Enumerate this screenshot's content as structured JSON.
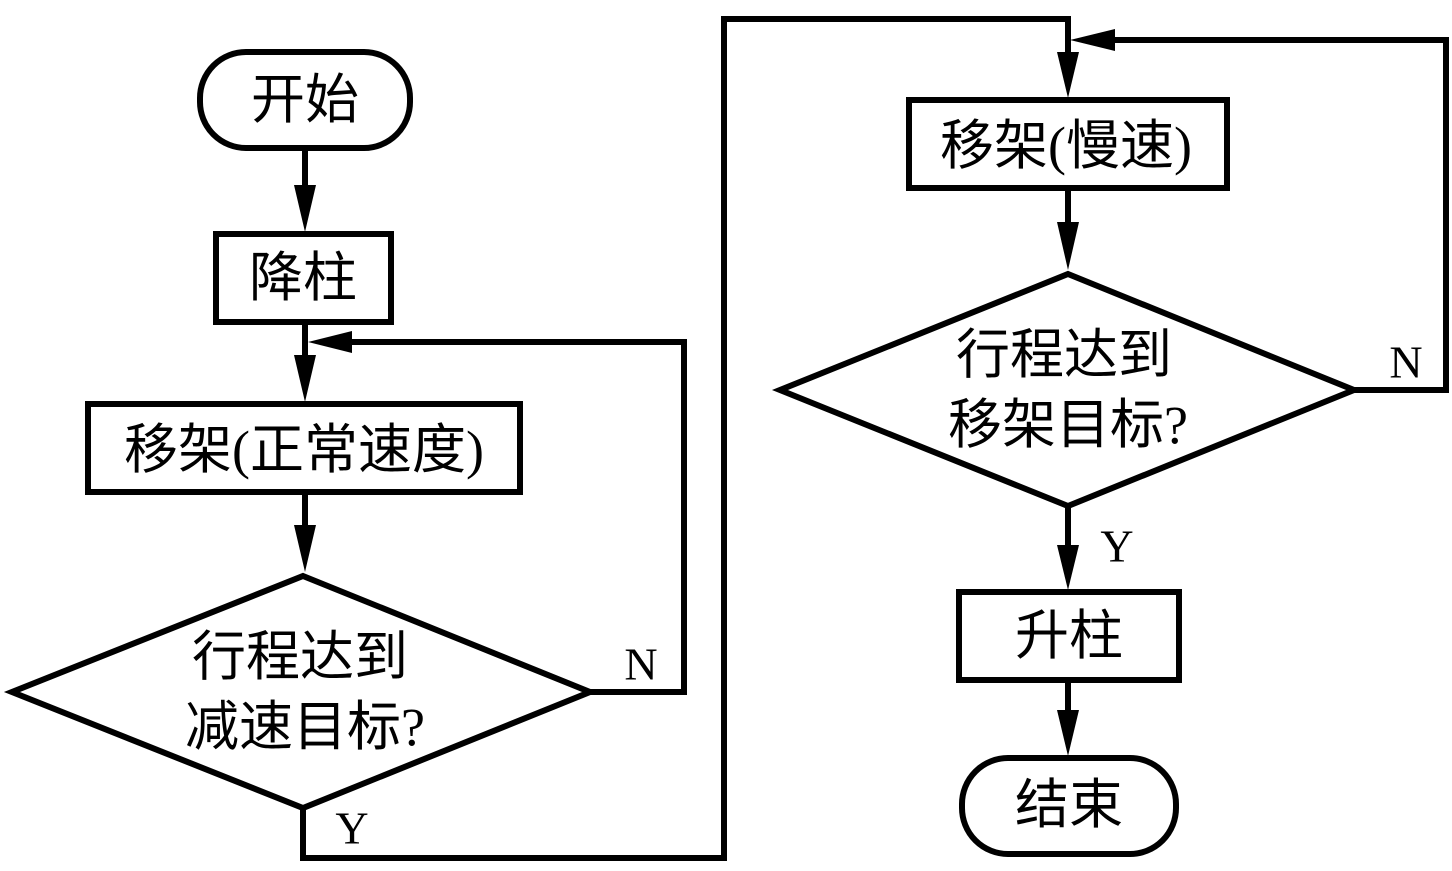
{
  "flowchart": {
    "nodes": {
      "start": {
        "type": "terminal",
        "text": "开始"
      },
      "lower_column": {
        "type": "process",
        "text": "降柱"
      },
      "move_normal": {
        "type": "process",
        "text": "移架(正常速度)"
      },
      "decision_decel": {
        "type": "decision",
        "line1": "行程达到",
        "line2": "减速目标?"
      },
      "move_slow": {
        "type": "process",
        "text": "移架(慢速)"
      },
      "decision_target": {
        "type": "decision",
        "line1": "行程达到",
        "line2": "移架目标?"
      },
      "raise_column": {
        "type": "process",
        "text": "升柱"
      },
      "end": {
        "type": "terminal",
        "text": "结束"
      }
    },
    "edges": [
      {
        "from": "start",
        "to": "lower_column",
        "label": ""
      },
      {
        "from": "lower_column",
        "to": "move_normal",
        "label": ""
      },
      {
        "from": "move_normal",
        "to": "decision_decel",
        "label": ""
      },
      {
        "from": "decision_decel",
        "to": "move_normal",
        "label": "N"
      },
      {
        "from": "decision_decel",
        "to": "move_slow",
        "label": "Y"
      },
      {
        "from": "move_slow",
        "to": "decision_target",
        "label": ""
      },
      {
        "from": "decision_target",
        "to": "move_slow",
        "label": "N"
      },
      {
        "from": "decision_target",
        "to": "raise_column",
        "label": "Y"
      },
      {
        "from": "raise_column",
        "to": "end",
        "label": ""
      }
    ],
    "branch_labels": {
      "decel_no": "N",
      "decel_yes": "Y",
      "target_no": "N",
      "target_yes": "Y"
    },
    "colors": {
      "stroke": "#000000",
      "background": "#ffffff"
    }
  }
}
